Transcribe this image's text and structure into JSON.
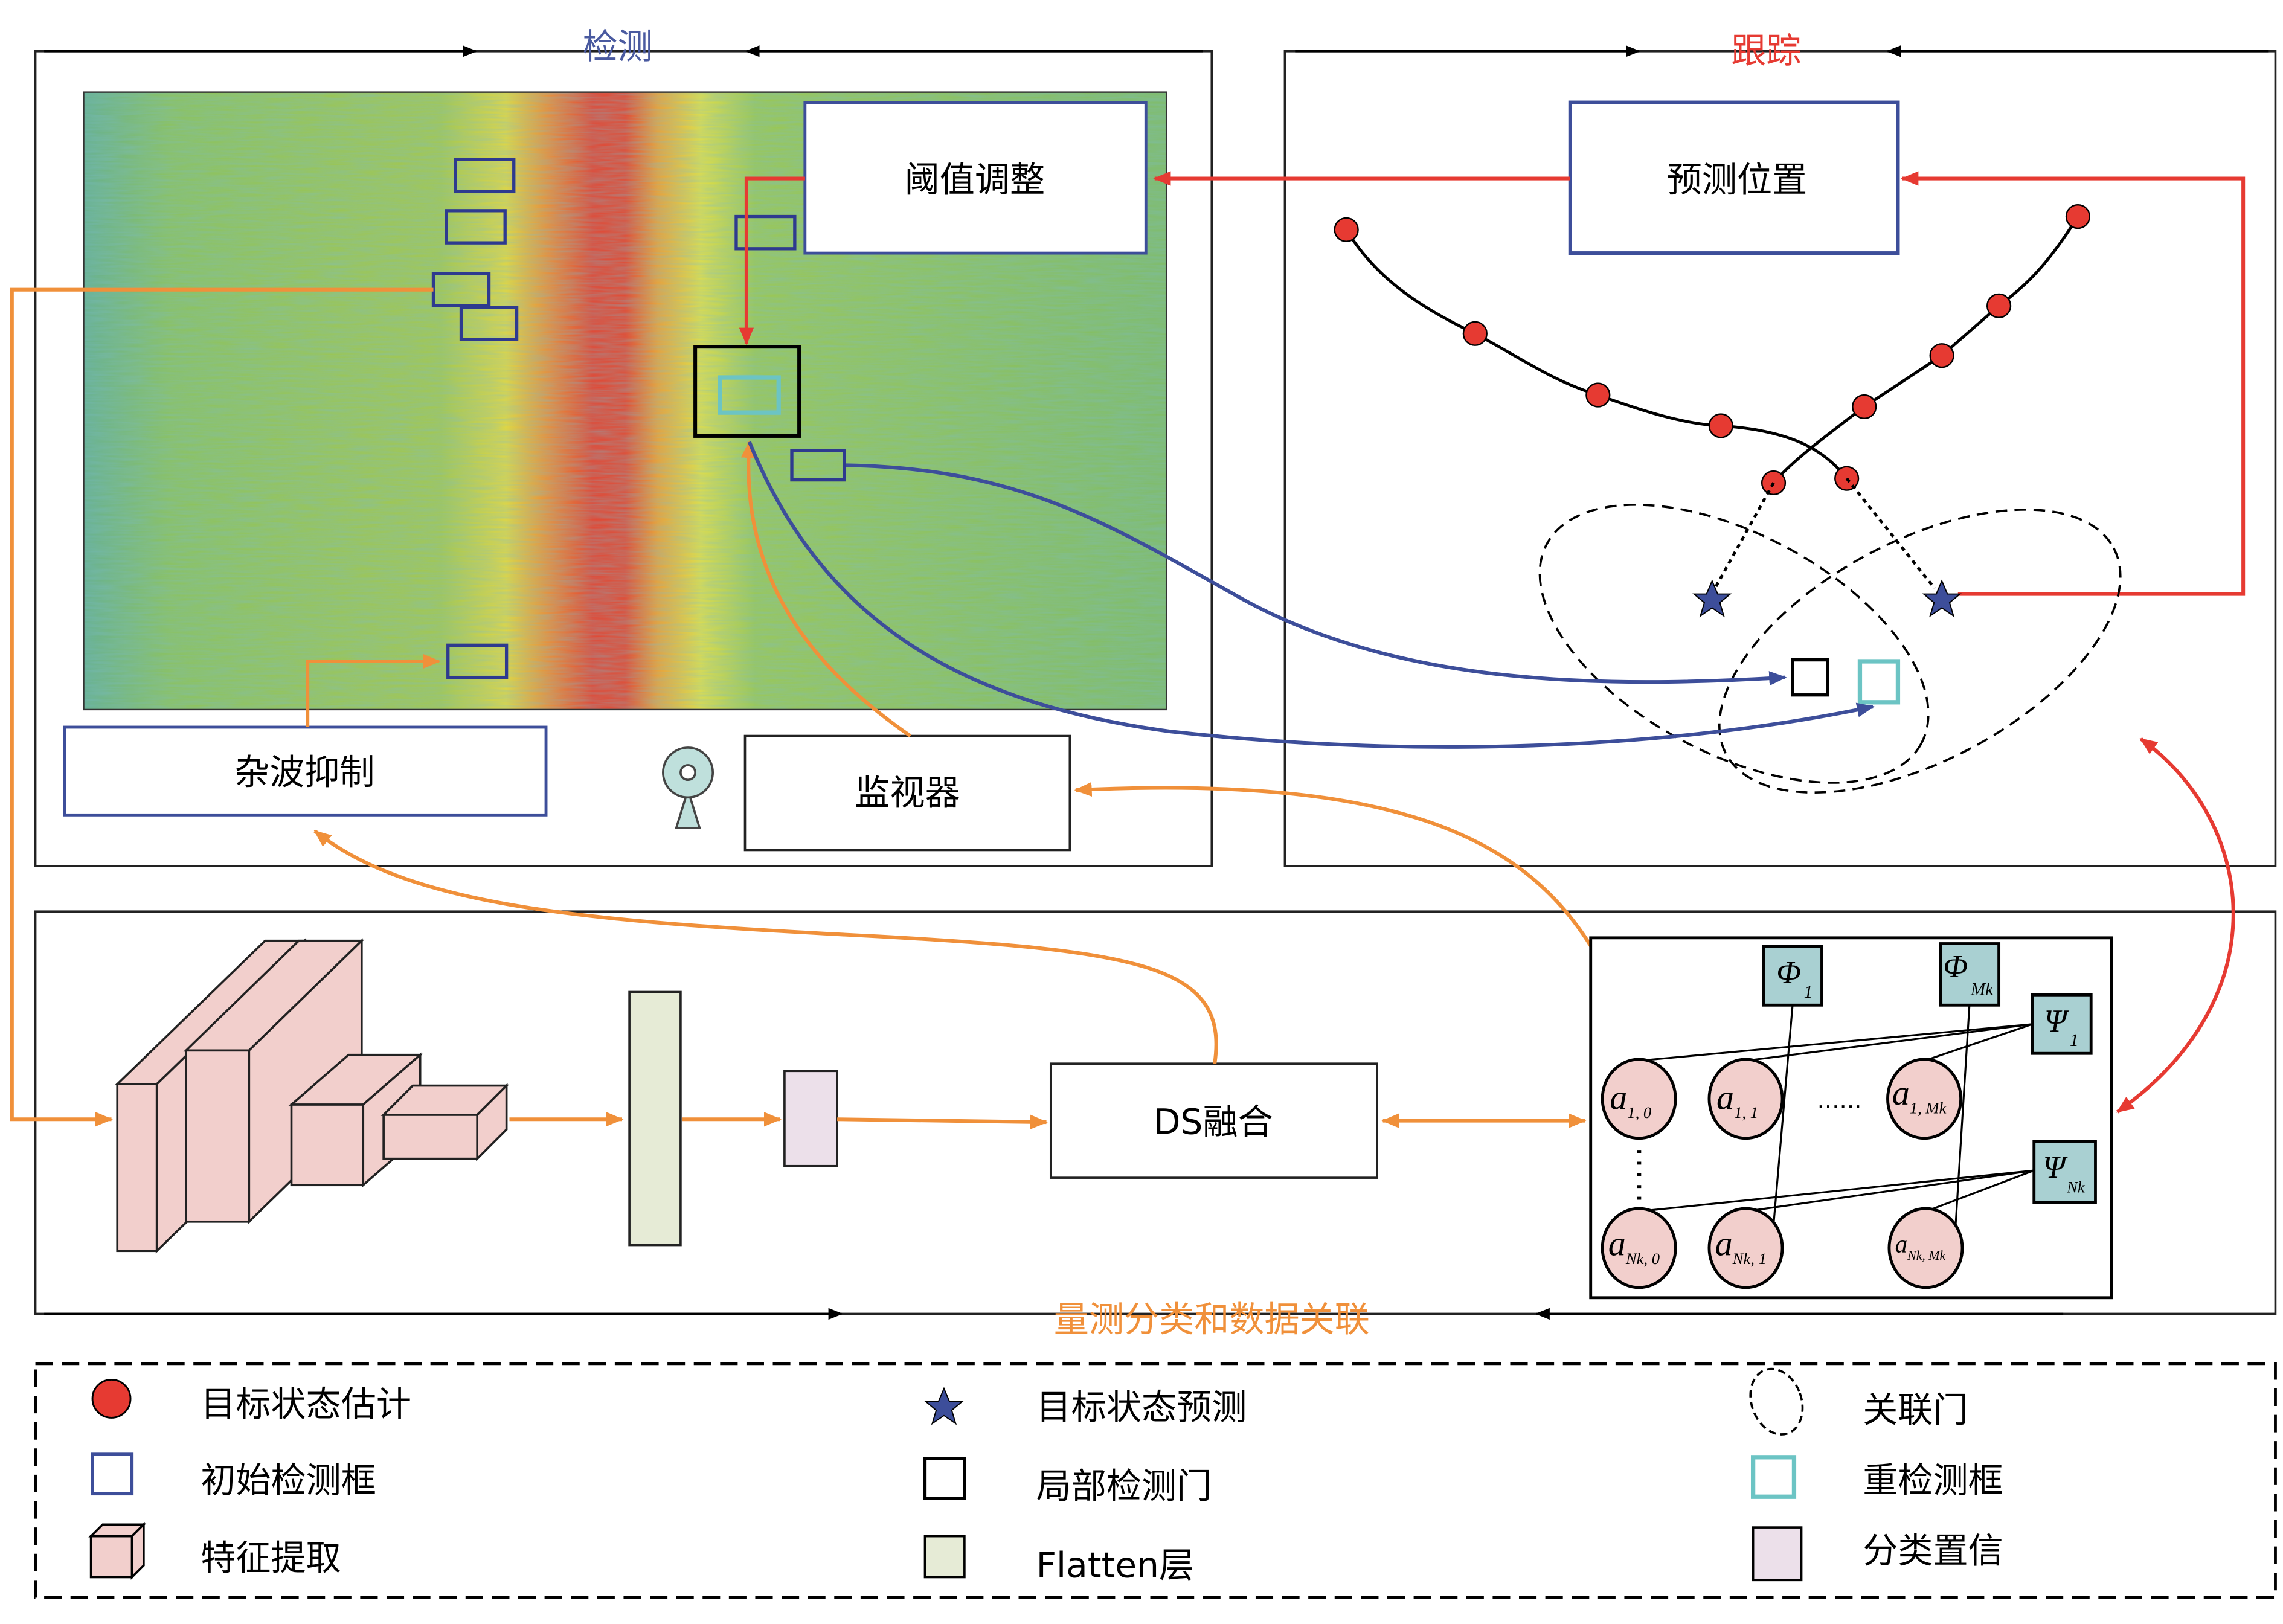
{
  "detection": {
    "title": "检测",
    "threshold_label": "阈值调整",
    "clutter_label": "杂波抑制",
    "monitor_label": "监视器"
  },
  "tracking": {
    "title": "跟踪",
    "predict_label": "预测位置"
  },
  "classification": {
    "title": "量测分类和数据关联",
    "ds_label": "DS融合",
    "factor_graph": {
      "phi": [
        {
          "sym": "Φ",
          "sub": "1"
        },
        {
          "sym": "Φ",
          "sub": "Mk"
        }
      ],
      "psi": [
        {
          "sym": "Ψ",
          "sub": "1"
        },
        {
          "sym": "Ψ",
          "sub": "Nk"
        }
      ],
      "nodes": [
        {
          "sym": "a",
          "sub": "1, 0"
        },
        {
          "sym": "a",
          "sub": "1, 1"
        },
        {
          "sym": "a",
          "sub": "1, Mk"
        },
        {
          "sym": "a",
          "sub": "Nk, 0"
        },
        {
          "sym": "a",
          "sub": "Nk, 1"
        },
        {
          "sym": "a",
          "sub": "Nk, Mk"
        }
      ],
      "hdots": "······"
    }
  },
  "legend": [
    {
      "icon": "red-circle-icon",
      "label": "目标状态估计"
    },
    {
      "icon": "blue-star-icon",
      "label": "目标状态预测"
    },
    {
      "icon": "dashed-ellipse-icon",
      "label": "关联门"
    },
    {
      "icon": "blue-square-icon",
      "label": "初始检测框"
    },
    {
      "icon": "black-square-icon",
      "label": "局部检测门"
    },
    {
      "icon": "cyan-square-icon",
      "label": "重检测框"
    },
    {
      "icon": "pink-cuboid-icon",
      "label": "特征提取"
    },
    {
      "icon": "green-rect-icon",
      "label": "Flatten层"
    },
    {
      "icon": "lavender-rect-icon",
      "label": "分类置信"
    }
  ],
  "colors": {
    "detection_title": "#4a5aa0",
    "tracking_title": "#e63a32",
    "classification_title": "#f0903a",
    "blue_box": "#2e3a8f",
    "cyan_box": "#6cc4c4",
    "red": "#e63a32",
    "orange": "#f0903a",
    "blue_curve": "#3d4e9a",
    "pink": "#f2cfcc",
    "factor": "#a9d0d2"
  }
}
